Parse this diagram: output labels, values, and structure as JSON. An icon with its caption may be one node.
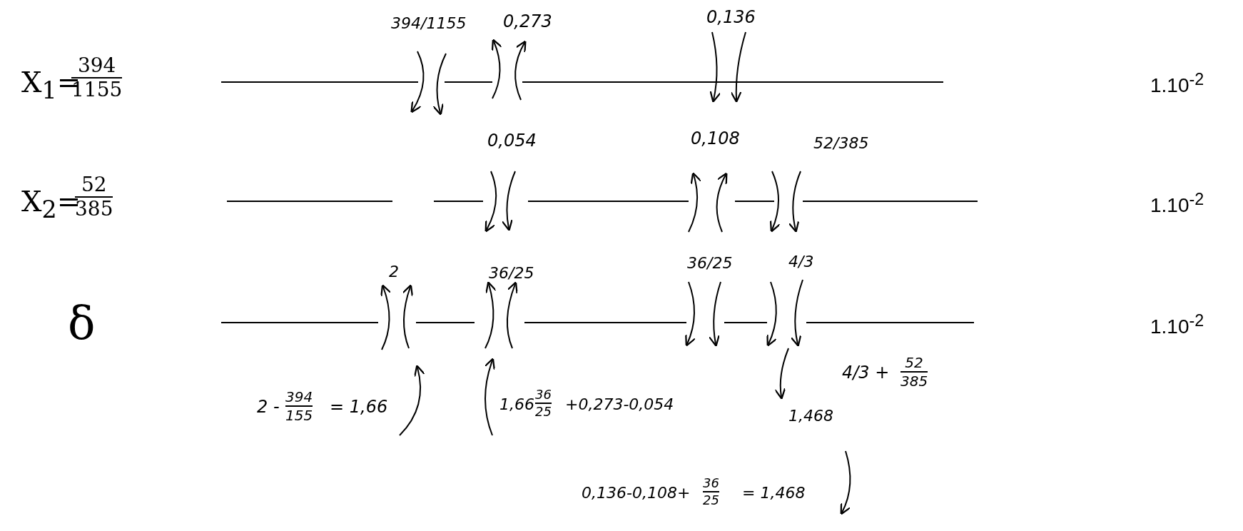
{
  "diagram": {
    "labels": [
      "X$_{1}$=",
      "394",
      "1155",
      "394/1155",
      "0,273",
      "0,136",
      "1.10$^{-2}$",
      "0,054",
      "0,108",
      "52/385",
      "X$_{2}$=",
      "52",
      "385",
      "1.10$^{-2}$",
      "2",
      "36/25",
      "36/25",
      "4/3",
      "δ",
      "1.10$^{-2}$",
      "2 -",
      "394",
      "155",
      "= 1,66",
      "1,66",
      "36",
      "25",
      "+0,273-0,054",
      "4/3 +",
      "52",
      "385",
      "1,468",
      "0,136-0,108+",
      "36",
      "25",
      "= 1,468"
    ]
  }
}
